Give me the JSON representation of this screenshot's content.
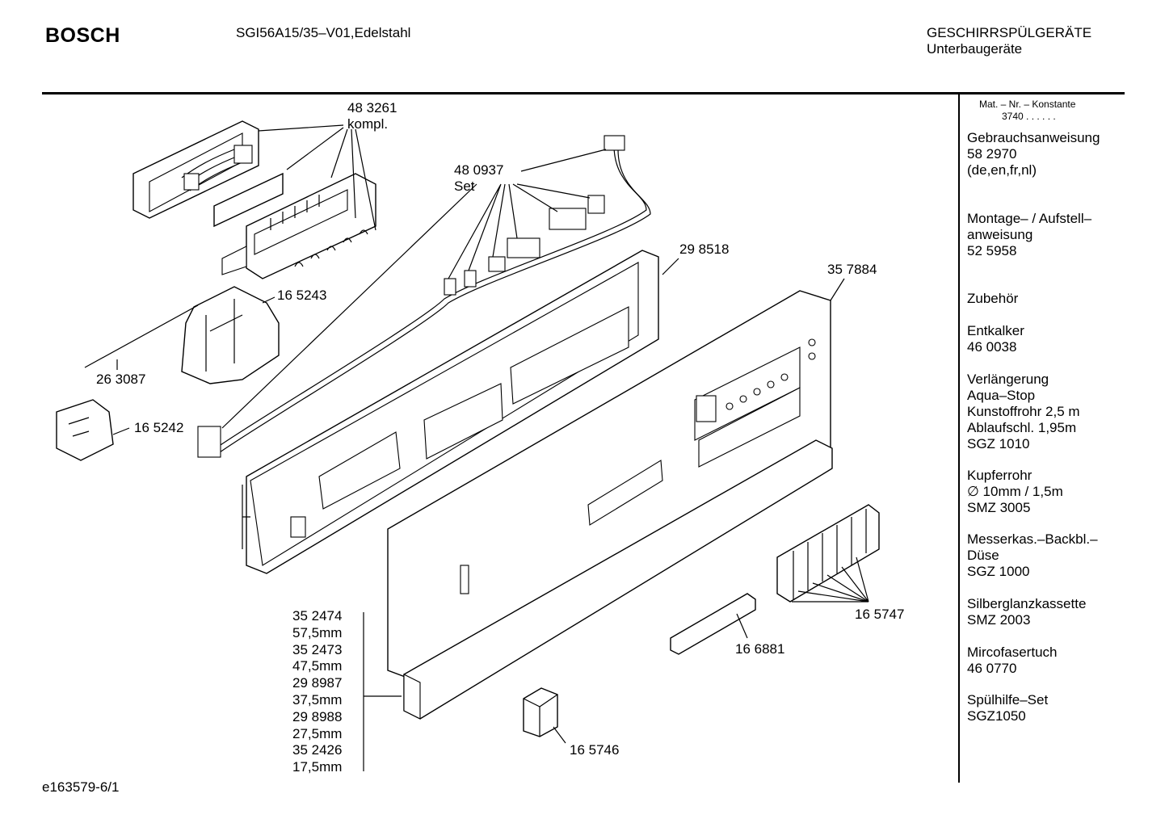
{
  "header": {
    "brand": "BOSCH",
    "model": "SGI56A15/35–V01,Edelstahl",
    "category_line1": "GESCHIRRSPÜLGERÄTE",
    "category_line2": "Unterbaugeräte"
  },
  "sidebar": {
    "mat_nr_label": "Mat. – Nr. – Konstante",
    "mat_nr_value": "3740  .  .   .  .  .  .",
    "groups": [
      {
        "lines": [
          "Gebrauchsanweisung",
          "58 2970",
          "(de,en,fr,nl)"
        ]
      },
      {
        "lines": [
          "Montage– / Aufstell–",
          "anweisung",
          "52 5958"
        ]
      },
      {
        "lines": [
          "Zubehör"
        ]
      },
      {
        "lines": [
          "Entkalker",
          "46 0038"
        ]
      },
      {
        "lines": [
          "Verlängerung",
          "Aqua–Stop",
          "Kunstoffrohr 2,5 m",
          "Ablaufschl. 1,95m",
          "SGZ 1010"
        ]
      },
      {
        "lines": [
          "Kupferrohr",
          "∅ 10mm / 1,5m",
          "SMZ 3005"
        ]
      },
      {
        "lines": [
          "Messerkas.–Backbl.–",
          "Düse",
          "SGZ 1000"
        ]
      },
      {
        "lines": [
          "Silberglanzkassette",
          "SMZ 2003"
        ]
      },
      {
        "lines": [
          "Mircofasertuch",
          "46 0770"
        ]
      },
      {
        "lines": [
          "Spülhilfe–Set",
          "SGZ1050"
        ]
      }
    ]
  },
  "parts": {
    "p483261": [
      "48 3261",
      "kompl."
    ],
    "p480937": [
      "48 0937",
      "Set"
    ],
    "p298518": "29 8518",
    "p357884": "35 7884",
    "p165243": "16 5243",
    "p263087": "26 3087",
    "p165242": "16 5242",
    "p165747": "16 5747",
    "p166881": "16 6881",
    "p165746": "16 5746",
    "panel_list": [
      "35 2474",
      "57,5mm",
      "35 2473",
      "47,5mm",
      "29 8987",
      "37,5mm",
      "29 8988",
      "27,5mm",
      "35 2426",
      "17,5mm"
    ]
  },
  "footer": {
    "code": "e163579-6/1"
  }
}
